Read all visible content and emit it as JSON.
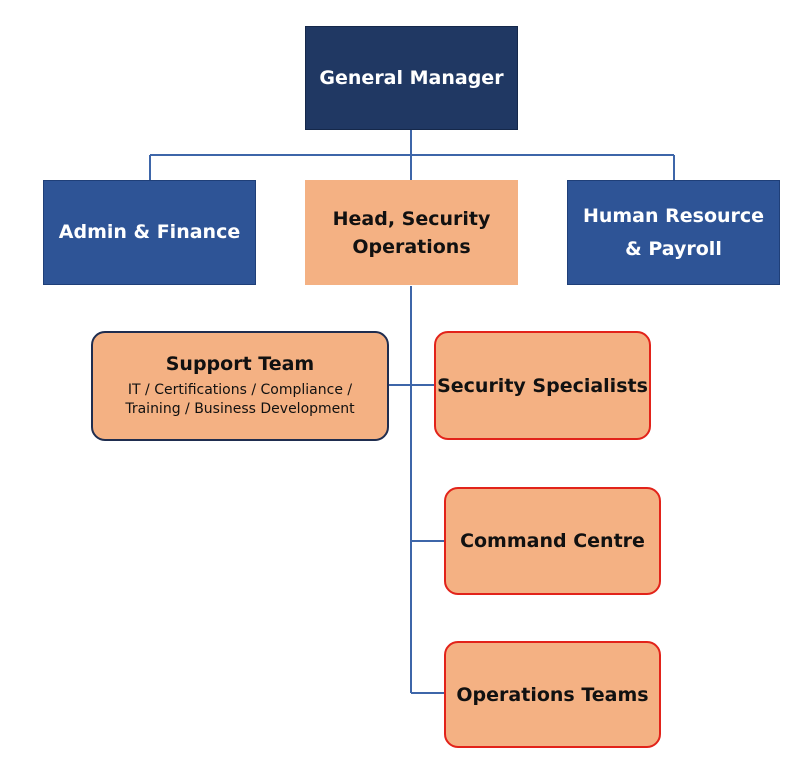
{
  "org_chart": {
    "top": {
      "label": "General Manager"
    },
    "level_two": [
      {
        "key": "admin",
        "lines": [
          "Admin & Finance"
        ]
      },
      {
        "key": "head",
        "lines": [
          "Head, Security",
          "Operations"
        ]
      },
      {
        "key": "hr",
        "lines": [
          "Human Resource",
          "& Payroll"
        ]
      }
    ],
    "support_team": {
      "title": "Support Team",
      "subtitle_lines": [
        "IT / Certifications / Compliance /",
        "Training / Business Development"
      ]
    },
    "operations_units": [
      {
        "label": "Security Specialists"
      },
      {
        "label": "Command Centre"
      },
      {
        "label": "Operations Teams"
      }
    ]
  },
  "colors": {
    "top_box": "#203863",
    "mid_box": "#2e5496",
    "peach_box": "#f4b183",
    "red_border": "#e2231a",
    "navy_border": "#1f2d4f",
    "connector": "#3e66a9"
  }
}
